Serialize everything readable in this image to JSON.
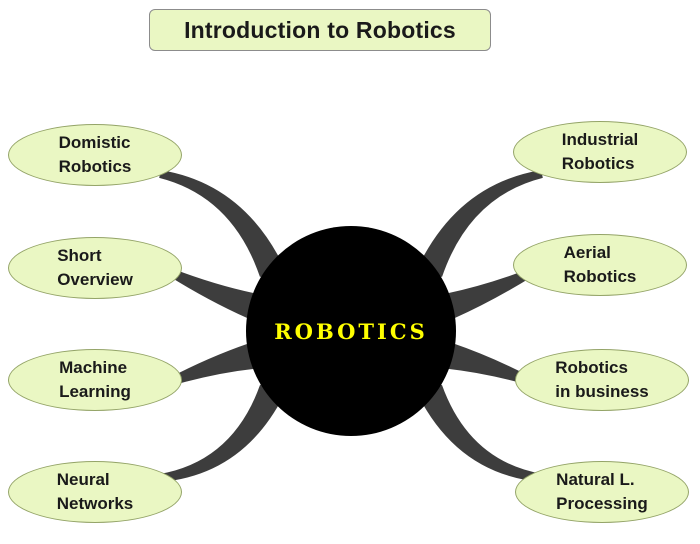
{
  "title": "Introduction to Robotics",
  "center": {
    "label": "ROBOTICS"
  },
  "nodes": {
    "left": [
      {
        "label": "Domistic\nRobotics"
      },
      {
        "label": "Short\nOverview"
      },
      {
        "label": "Machine\nLearning"
      },
      {
        "label": "Neural\nNetworks"
      }
    ],
    "right": [
      {
        "label": "Industrial\nRobotics"
      },
      {
        "label": "Aerial\nRobotics"
      },
      {
        "label": "Robotics\nin business"
      },
      {
        "label": "Natural L.\nProcessing"
      }
    ]
  },
  "colors": {
    "node_fill": "#eaf7c3",
    "node_border": "#94a468",
    "title_fill": "#eaf7c3",
    "title_border": "#8c8c8c",
    "connector": "#3d3d3d",
    "center_fill": "#000000",
    "center_text": "#ffff00",
    "text": "#1a1a1a",
    "background": "#ffffff"
  }
}
